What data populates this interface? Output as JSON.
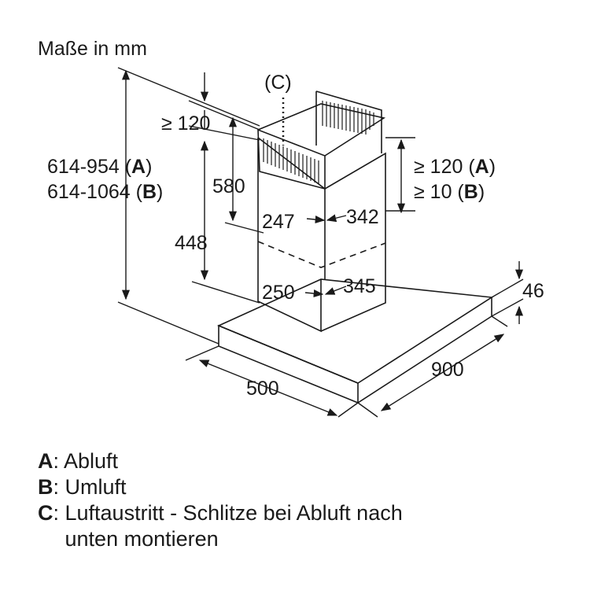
{
  "units_label": "Maße in mm",
  "labels": {
    "c_marker": "(C)",
    "min_120_left": "≥ 120",
    "height_580": "580",
    "height_448": "448",
    "total_a_value": "614-954 (",
    "total_a_key": "A",
    "total_b_value": "614-1064 (",
    "total_b_key": "B",
    "close_paren": ")",
    "right_a_value": "≥ 120 (",
    "right_a_key": "A",
    "right_b_value": "≥ 10 (",
    "right_b_key": "B",
    "upper_depth": "247",
    "upper_width": "342",
    "lower_depth": "250",
    "lower_width": "345",
    "canopy_height": "46",
    "depth_500": "500",
    "width_900": "900"
  },
  "legend": [
    {
      "key": "A",
      "text": ": Abluft"
    },
    {
      "key": "B",
      "text": ": Umluft"
    },
    {
      "key": "C",
      "text": ": Luftaustritt - Schlitze bei Abluft nach\n  unten montieren"
    }
  ],
  "colors": {
    "line": "#1a1a1a",
    "background": "#ffffff"
  }
}
